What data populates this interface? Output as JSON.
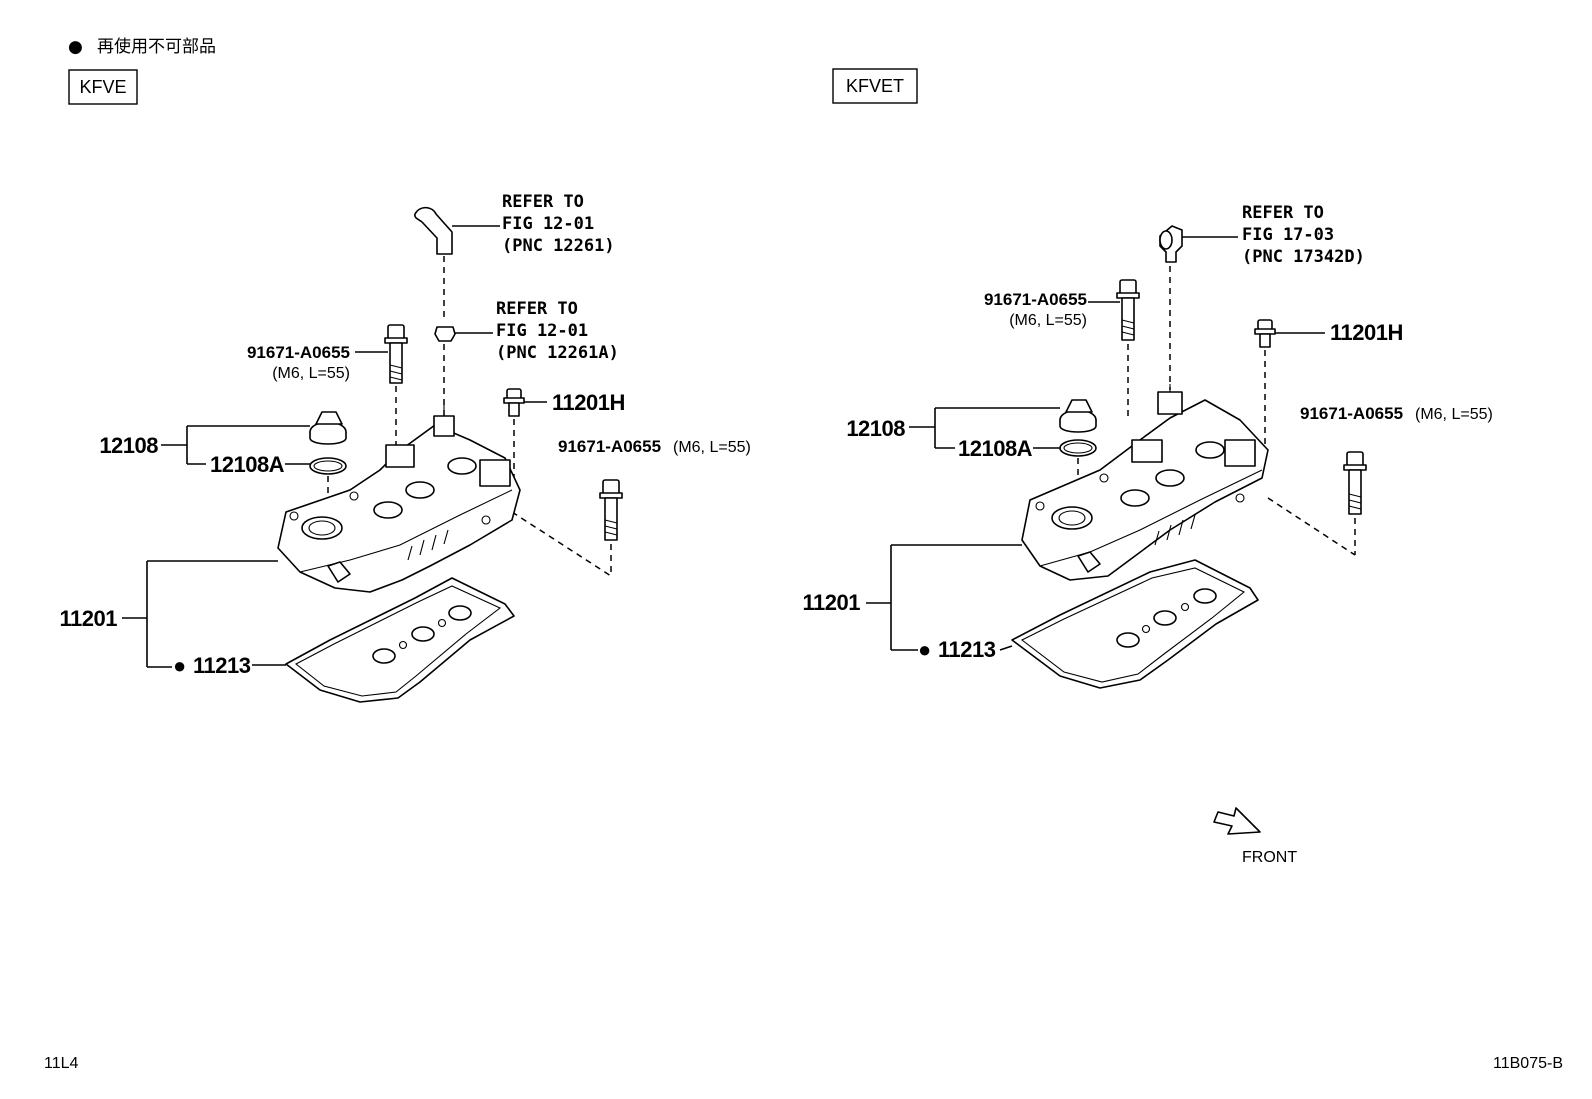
{
  "legend": {
    "bullet": "●",
    "text": "再使用不可部品"
  },
  "panels": [
    {
      "variant": "KFVE",
      "refer_hose": {
        "line1": "REFER TO",
        "line2": "FIG 12-01",
        "line3": "(PNC 12261)"
      },
      "refer_grommet": {
        "line1": "REFER TO",
        "line2": "FIG 12-01",
        "line3": "(PNC 12261A)"
      },
      "bolt_left": {
        "part": "91671-A0655",
        "spec": "(M6, L=55)"
      },
      "bolt_right": {
        "part": "91671-A0655",
        "spec": "(M6, L=55)"
      },
      "plug": "11201H",
      "cap_group": "12108",
      "cap_gasket": "12108A",
      "cover_assy": "11201",
      "gasket_bullet": "●",
      "gasket": "11213"
    },
    {
      "variant": "KFVET",
      "refer_hose": {
        "line1": "REFER TO",
        "line2": "FIG 17-03",
        "line3": "(PNC 17342D)"
      },
      "bolt_left": {
        "part": "91671-A0655",
        "spec": "(M6, L=55)"
      },
      "bolt_right": {
        "part": "91671-A0655",
        "spec": "(M6, L=55)"
      },
      "plug": "11201H",
      "cap_group": "12108",
      "cap_gasket": "12108A",
      "cover_assy": "11201",
      "gasket_bullet": "●",
      "gasket": "11213"
    }
  ],
  "front_label": "FRONT",
  "footer": {
    "left": "11L4",
    "right": "11B075-B"
  }
}
